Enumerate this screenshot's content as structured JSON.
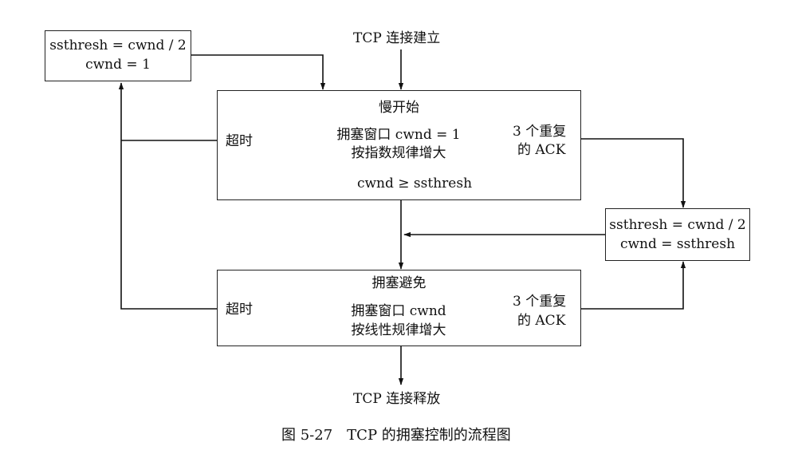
{
  "start_label": "TCP 连接建立",
  "end_label": "TCP 连接释放",
  "timeout_reset_box": {
    "line1": "ssthresh = cwnd / 2",
    "line2": "cwnd = 1"
  },
  "fast_recovery_box": {
    "line1": "ssthresh = cwnd / 2",
    "line2": "cwnd = ssthresh"
  },
  "slow_start": {
    "title": "慢开始",
    "timeout": "超时",
    "desc1": "拥塞窗口 cwnd = 1",
    "desc2": "按指数规律增大",
    "dup_ack1": "3 个重复",
    "dup_ack2": "的 ACK",
    "condition": "cwnd ≥ ssthresh"
  },
  "congestion_avoidance": {
    "title": "拥塞避免",
    "timeout": "超时",
    "desc1": "拥塞窗口 cwnd",
    "desc2": "按线性规律增大",
    "dup_ack1": "3 个重复",
    "dup_ack2": "的 ACK"
  },
  "caption": "图 5-27　TCP 的拥塞控制的流程图"
}
